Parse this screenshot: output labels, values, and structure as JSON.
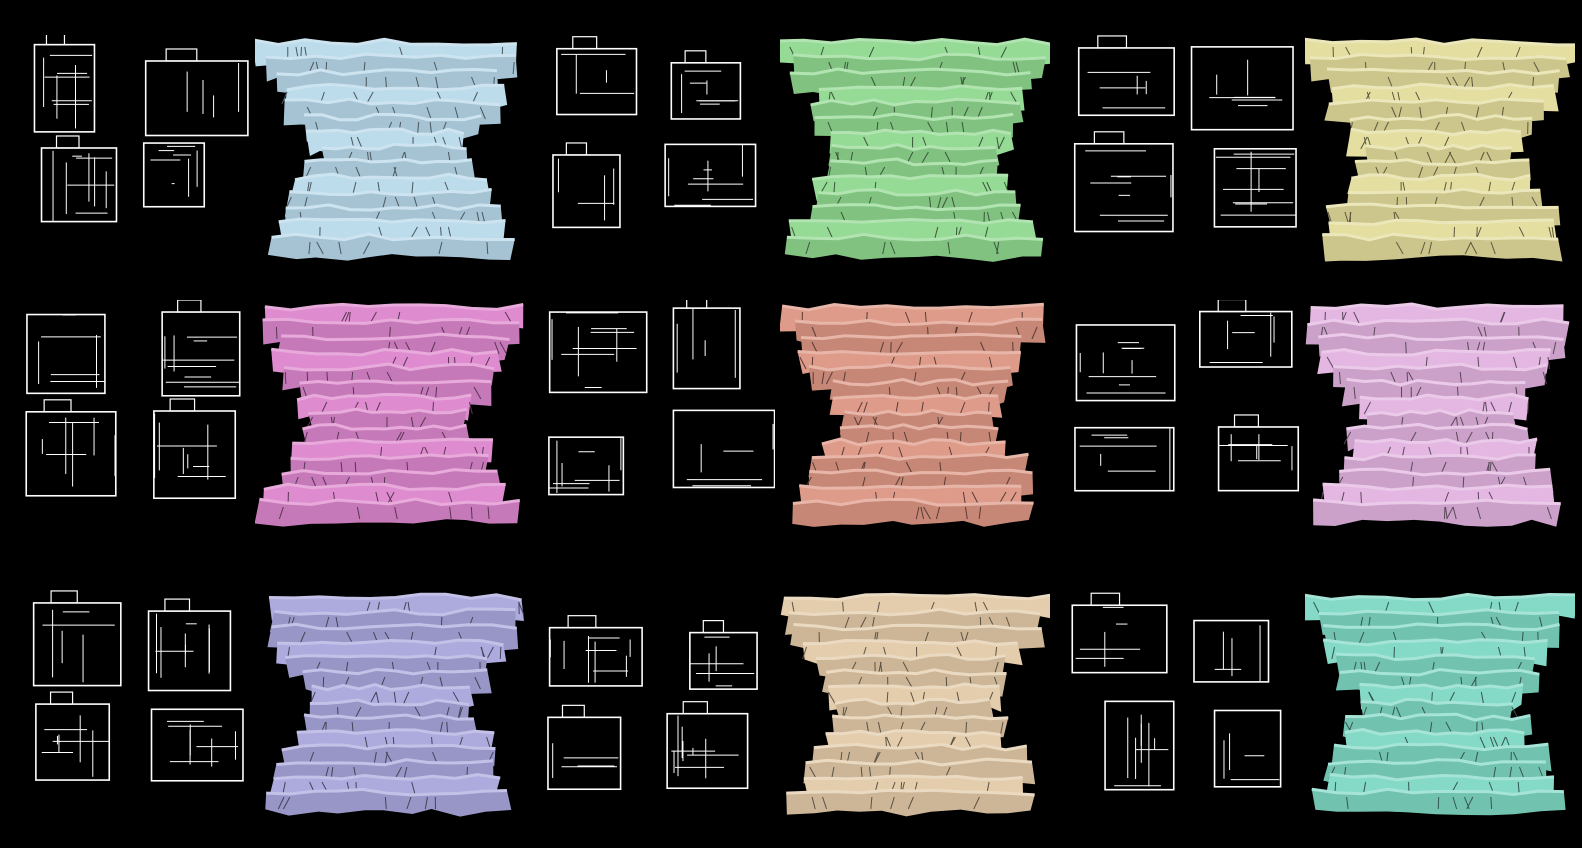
{
  "figure": {
    "panels": [
      {
        "model_color": "#b8d9ea",
        "plan_style": "outline"
      },
      {
        "model_color": "#8fd88f",
        "plan_style": "outline"
      },
      {
        "model_color": "#e3dc9c",
        "plan_style": "outline"
      },
      {
        "model_color": "#dc86cc",
        "plan_style": "outline"
      },
      {
        "model_color": "#dc9684",
        "plan_style": "outline"
      },
      {
        "model_color": "#e2b3df",
        "plan_style": "outline"
      },
      {
        "model_color": "#a9a7dc",
        "plan_style": "outline"
      },
      {
        "model_color": "#e3caa8",
        "plan_style": "outline"
      },
      {
        "model_color": "#7fd8c4",
        "plan_style": "outline"
      }
    ]
  }
}
